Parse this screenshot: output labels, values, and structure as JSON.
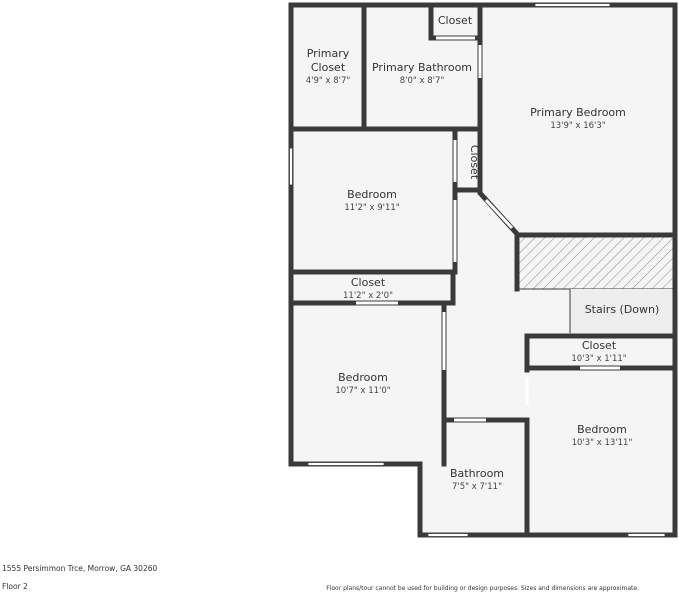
{
  "colors": {
    "wall": "#3a3a3a",
    "room_fill": "#f5f5f5",
    "stair_fill": "#eeeeee",
    "hatch": "#888888",
    "window": "#ffffff"
  },
  "rooms": [
    {
      "key": "primary_closet",
      "name_lines": [
        "Primary",
        "Closet"
      ],
      "dims": "4'9\" x 8'7\""
    },
    {
      "key": "primary_bathroom",
      "name_lines": [
        "Primary Bathroom"
      ],
      "dims": "8'0\" x 8'7\""
    },
    {
      "key": "top_closet",
      "name_lines": [
        "Closet"
      ],
      "dims": ""
    },
    {
      "key": "primary_bedroom",
      "name_lines": [
        "Primary Bedroom"
      ],
      "dims": "13'9\" x 16'3\""
    },
    {
      "key": "bedroom_1",
      "name_lines": [
        "Bedroom"
      ],
      "dims": "11'2\" x 9'11\""
    },
    {
      "key": "side_closet",
      "name_lines": [
        "Closet"
      ],
      "dims": ""
    },
    {
      "key": "hall_closet",
      "name_lines": [
        "Closet"
      ],
      "dims": "11'2\" x 2'0\""
    },
    {
      "key": "bedroom_2",
      "name_lines": [
        "Bedroom"
      ],
      "dims": "10'7\" x 11'0\""
    },
    {
      "key": "stairs",
      "name_lines": [
        "Stairs (Down)"
      ],
      "dims": ""
    },
    {
      "key": "right_closet",
      "name_lines": [
        "Closet"
      ],
      "dims": "10'3\" x 1'11\""
    },
    {
      "key": "bedroom_3",
      "name_lines": [
        "Bedroom"
      ],
      "dims": "10'3\" x 13'11\""
    },
    {
      "key": "bathroom",
      "name_lines": [
        "Bathroom"
      ],
      "dims": "7'5\" x 7'11\""
    }
  ],
  "footer": {
    "address": "1555 Persimmon Trce, Morrow, GA 30260",
    "floor": "Floor 2",
    "disclaimer": "Floor plans/tour cannot be used for building or design purposes. Sizes and dimensions are approximate."
  }
}
